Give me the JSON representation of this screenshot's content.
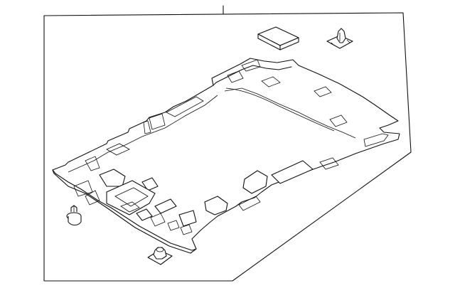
{
  "diagram": {
    "parts": [
      {
        "id": "headliner-panel",
        "label": ""
      },
      {
        "id": "foam-pad",
        "label": ""
      },
      {
        "id": "clip-top-right",
        "label": ""
      },
      {
        "id": "clip-left",
        "label": ""
      },
      {
        "id": "clip-bottom",
        "label": ""
      }
    ]
  },
  "colors": {
    "line": "#111111",
    "background": "#ffffff"
  }
}
